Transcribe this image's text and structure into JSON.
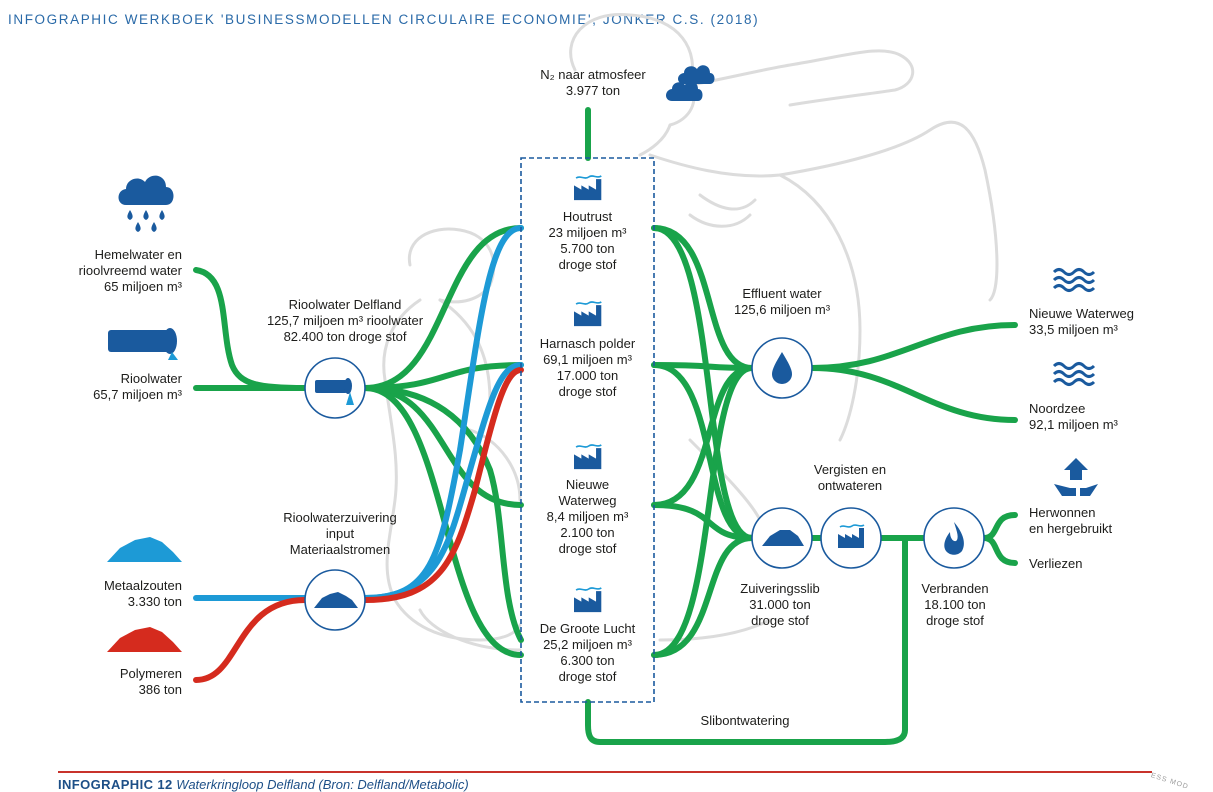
{
  "header": {
    "title": "INFOGRAPHIC WERKBOEK 'BUSINESSMODELLEN CIRCULAIRE ECONOMIE', JONKER C.S. (2018)"
  },
  "colors": {
    "green": "#19a34a",
    "blue": "#1d9ad6",
    "red": "#d52b1e",
    "navy": "#1a5a9e",
    "title": "#2a6aa8"
  },
  "inputs": {
    "hemelwater": {
      "line1": "Hemelwater en",
      "line2": "rioolvreemd water",
      "line3": "65 miljoen m³",
      "icon": "rain-cloud-icon"
    },
    "rioolwater": {
      "line1": "Rioolwater",
      "line2": "65,7 miljoen m³",
      "icon": "sewer-pipe-icon"
    },
    "metaalzouten": {
      "line1": "Metaalzouten",
      "line2": "3.330 ton",
      "icon": "salt-pile-icon"
    },
    "polymeren": {
      "line1": "Polymeren",
      "line2": "386 ton",
      "icon": "polymer-pile-icon"
    }
  },
  "riool_delfland": {
    "line1": "Rioolwater Delfland",
    "line2": "125,7 miljoen m³ rioolwater",
    "line3": "82.400 ton droge stof"
  },
  "zuivering_input": {
    "line1": "Rioolwaterzuivering",
    "line2": "input",
    "line3": "Materiaalstromen"
  },
  "atmosfeer": {
    "line1": "N₂ naar atmosfeer",
    "line2": "3.977 ton"
  },
  "plants": [
    {
      "name": "Houtrust",
      "line2": "23 miljoen m³",
      "line3": "5.700 ton",
      "line4": "droge stof"
    },
    {
      "name": "Harnasch polder",
      "line2": "69,1 miljoen m³",
      "line3": "17.000 ton",
      "line4": "droge stof"
    },
    {
      "name": "Nieuwe",
      "name2": "Waterweg",
      "line2": "8,4 miljoen m³",
      "line3": "2.100 ton",
      "line4": "droge stof"
    },
    {
      "name": "De Groote Lucht",
      "line2": "25,2 miljoen m³",
      "line3": "6.300 ton",
      "line4": "droge stof"
    }
  ],
  "effluent": {
    "line1": "Effluent water",
    "line2": "125,6 miljoen m³"
  },
  "outputs": {
    "nieuwe_waterweg": {
      "line1": "Nieuwe Waterweg",
      "line2": "33,5 miljoen m³"
    },
    "noordzee": {
      "line1": "Noordzee",
      "line2": "92,1 miljoen m³"
    },
    "herwonnen": {
      "line1": "Herwonnen",
      "line2": "en hergebruikt"
    },
    "verliezen": {
      "line1": "Verliezen"
    }
  },
  "vergisten": {
    "line1": "Vergisten en",
    "line2": "ontwateren"
  },
  "slib": {
    "line1": "Zuiveringsslib",
    "line2": "31.000 ton",
    "line3": "droge stof"
  },
  "verbranden": {
    "line1": "Verbranden",
    "line2": "18.100 ton",
    "line3": "droge stof"
  },
  "slibontwatering": {
    "label": "Slibontwatering"
  },
  "footer": {
    "number": "INFOGRAPHIC 12",
    "caption": "Waterkringloop Delfland (Bron: Delfland/Metabolic)"
  },
  "stamp": {
    "text": "ESS MOD"
  }
}
